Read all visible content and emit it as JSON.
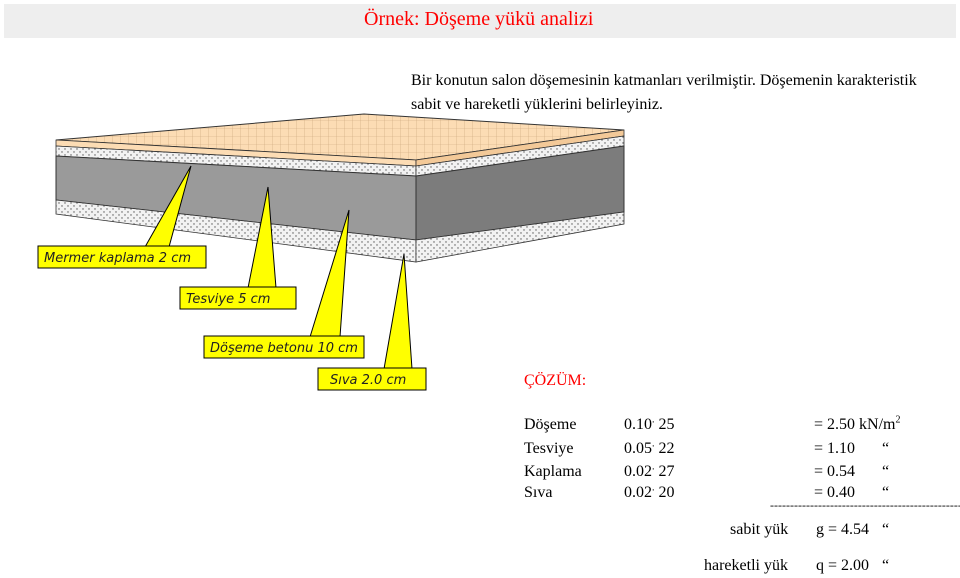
{
  "title": "Örnek: Döşeme yükü analizi",
  "intro": {
    "line1": "Bir konutun salon döşemesinin katmanları verilmiştir. Döşemenin karakteristik",
    "line2": "sabit ve hareketli yüklerini  belirleyiniz."
  },
  "callouts": {
    "mermer": "Mermer kaplama 2 cm",
    "tesviye": "Tesviye 5 cm",
    "beton": "Döşeme betonu 10 cm",
    "siva": "Sıva 2.0 cm"
  },
  "colors": {
    "title": "#ff0000",
    "callout_fill": "#ffff00",
    "marble": "#fcdcb4",
    "concrete": "#9a9a9a",
    "sand": "#f2f2f2"
  },
  "solution": {
    "heading": "ÇÖZÜM:",
    "rows": [
      {
        "name": "Döşeme",
        "calc_a": "0.10",
        "calc_b": " 25",
        "result": "= 2.50 kN/m",
        "unit_sup": "2"
      },
      {
        "name": "Tesviye",
        "calc_a": "0.05",
        "calc_b": " 22",
        "result": "= 1.10",
        "unit_sup": ""
      },
      {
        "name": "Kaplama",
        "calc_a": "0.02",
        "calc_b": " 27",
        "result": "= 0.54",
        "unit_sup": ""
      },
      {
        "name": "Sıva",
        "calc_a": "0.02",
        "calc_b": " 20",
        "result": "= 0.40",
        "unit_sup": ""
      }
    ],
    "ditto": "“",
    "dot": ".",
    "separator": "--------------------------------------------------------",
    "sabit_label": "sabit yük",
    "sabit_value": "g = 4.54",
    "hareketli_label": "hareketli yük",
    "hareketli_value": "q = 2.00"
  }
}
